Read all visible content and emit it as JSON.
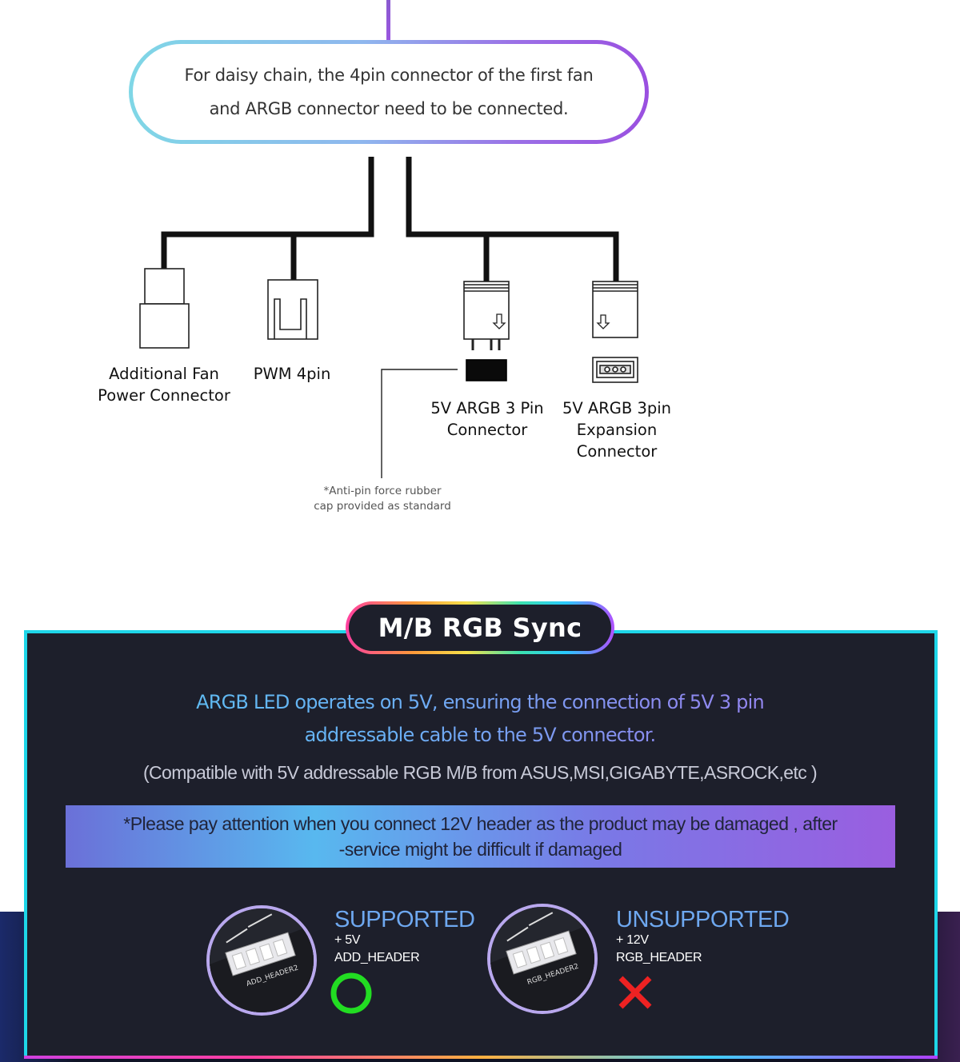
{
  "note_box": {
    "line1": "For daisy chain, the 4pin connector of the first fan",
    "line2": "and ARGB connector need to be connected."
  },
  "connectors": {
    "fan_power": {
      "line1": "Additional Fan",
      "line2": "Power Connector"
    },
    "pwm": {
      "line1": "PWM 4pin"
    },
    "argb_3pin": {
      "line1": "5V ARGB 3 Pin",
      "line2": "Connector"
    },
    "argb_expansion": {
      "line1": "5V ARGB 3pin",
      "line2": "Expansion",
      "line3": "Connector"
    }
  },
  "rubber_cap_note": {
    "line1": "*Anti-pin force rubber",
    "line2": "cap provided as standard"
  },
  "sync_section": {
    "title": "M/B RGB Sync",
    "headline_line1": "ARGB LED operates on 5V, ensuring  the connection of 5V 3 pin",
    "headline_line2": "addressable cable to the 5V connector.",
    "compat": "(Compatible with 5V addressable RGB M/B  from ASUS,MSI,GIGABYTE,ASROCK,etc )",
    "warning_line1": "*Please pay attention when you connect 12V header as the product may be damaged , after",
    "warning_line2": "-service might be difficult if damaged",
    "supported": {
      "title": "SUPPORTED",
      "voltage": "+ 5V",
      "header": "ADD_HEADER",
      "icon": "check-circle-icon",
      "color": "#22dd22",
      "board_label": "ADD_HEADER2"
    },
    "unsupported": {
      "title": "UNSUPPORTED",
      "voltage": "+ 12V",
      "header": "RGB_HEADER",
      "icon": "x-mark-icon",
      "color": "#ee2222",
      "board_label": "RGB_HEADER2"
    }
  },
  "colors": {
    "panel_bg": "#1d1f2b",
    "panel_border": "#1ed6e8",
    "accent_blue": "#6ea8f0"
  }
}
